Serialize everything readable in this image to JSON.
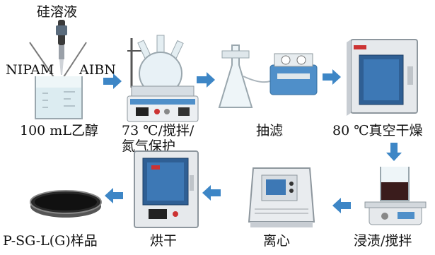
{
  "labels": {
    "silica_solution": "硅溶液",
    "nipam": "NIPAM",
    "aibn": "AIBN",
    "ethanol": "100 mL乙醇",
    "stir_line1": "73 ℃/搅拌/",
    "stir_line2": "氮气保护",
    "filtration": "抽滤",
    "vacuum_dry": "80 ℃真空干燥",
    "soak_stir": "浸渍/搅拌",
    "centrifuge": "离心",
    "oven_dry": "烘干",
    "sample": "P-SG-L(G)样品"
  },
  "colors": {
    "arrow": "#3d86c6",
    "equipment_blue": "#4f8fc9",
    "equipment_gray": "#c8cdd3"
  },
  "icons": {
    "beaker": "beaker-icon",
    "reactor": "reactor-icon",
    "filter": "filter-flask-icon",
    "vacuum_oven": "vacuum-oven-icon",
    "stirrer": "stirrer-icon",
    "centrifuge": "centrifuge-icon",
    "oven": "oven-icon",
    "dish": "sample-dish-icon",
    "arrow": "arrow-icon"
  }
}
